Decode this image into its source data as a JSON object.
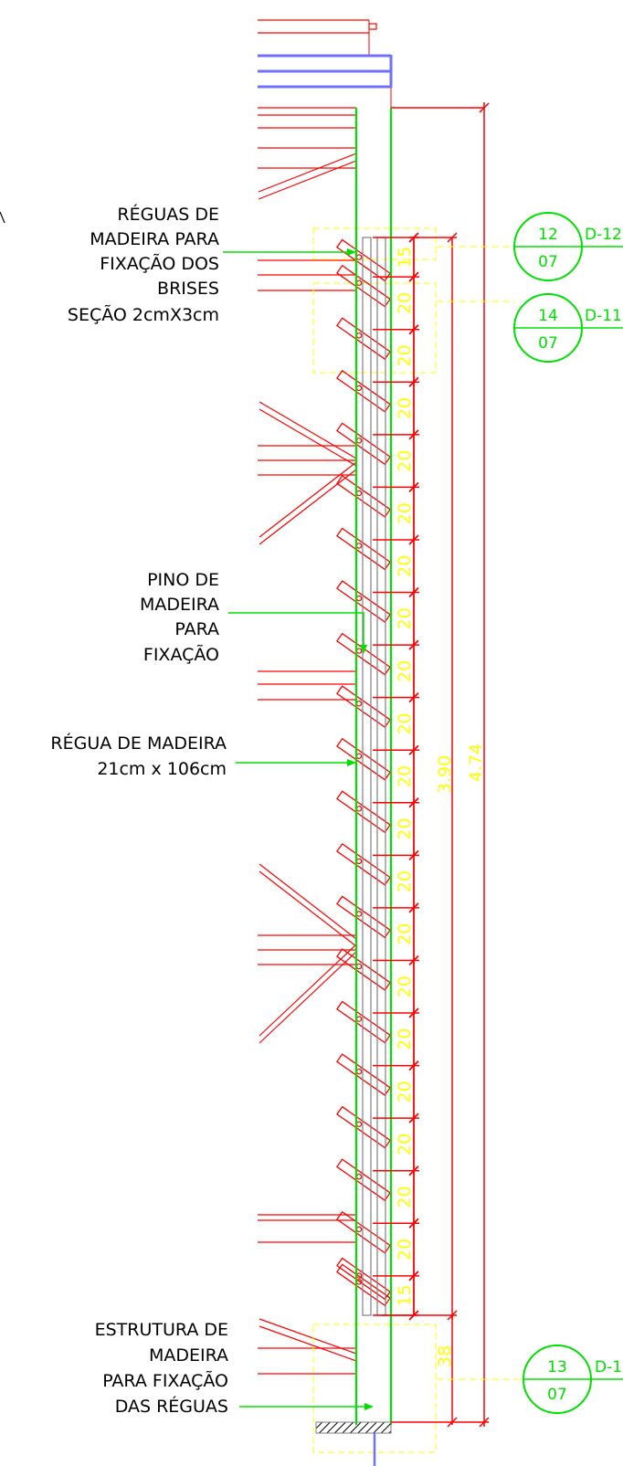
{
  "annotations": [
    {
      "lines": [
        "RÉGUAS DE",
        "MADEIRA PARA",
        "FIXAÇÃO DOS",
        "BRISES",
        "SEÇÃO 2cmX3cm"
      ]
    },
    {
      "lines": [
        "PINO DE",
        "MADEIRA",
        "PARA",
        "FIXAÇÃO"
      ]
    },
    {
      "lines": [
        "RÉGUA DE MADEIRA",
        "21cm x 106cm"
      ]
    },
    {
      "lines": [
        "ESTRUTURA DE",
        "MADEIRA",
        "PARA FIXAÇÃO",
        "DAS RÉGUAS"
      ]
    }
  ],
  "spacing_dimensions": [
    "15",
    "20",
    "20",
    "20",
    "20",
    "20",
    "20",
    "20",
    "20",
    "20",
    "20",
    "20",
    "20",
    "20",
    "20",
    "20",
    "20",
    "20",
    "20",
    "20",
    "15"
  ],
  "overall_dimensions": {
    "inner": "3.90",
    "outer": "4.74",
    "bottom": "38"
  },
  "detail_callouts": [
    {
      "number": "12",
      "sheet": "07",
      "ref": "D-12"
    },
    {
      "number": "14",
      "sheet": "07",
      "ref": "D-11"
    },
    {
      "number": "13",
      "sheet": "07",
      "ref": "D-1"
    }
  ],
  "colors": {
    "red": "#ff0000",
    "green": "#00e000",
    "yellow": "#ffff00",
    "blue": "#7070ff",
    "gray": "#808080"
  }
}
